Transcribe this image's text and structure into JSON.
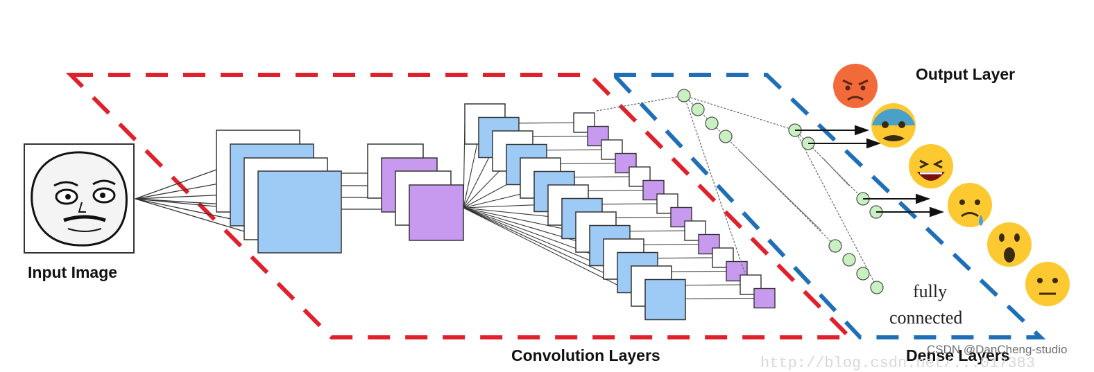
{
  "labels": {
    "input_image": "Input Image",
    "convolution_layers": "Convolution Layers",
    "dense_layers": "Dense Layers",
    "output_layer": "Output Layer",
    "fully_connected_line1": "fully",
    "fully_connected_line2": "connected"
  },
  "watermark": {
    "csdn": "CSDN @DanCheng-studio",
    "url": "http://blog.csdn.net/...017383"
  },
  "colors": {
    "conv_border": "#e0202a",
    "dense_border": "#1f6fb8",
    "feature_map_blue": "#9ecbf5",
    "feature_map_purple": "#c79af0",
    "neuron_green": "#c8f0c0"
  },
  "output_emojis": [
    {
      "icon": "angry-face-icon",
      "color": "#f26a3a"
    },
    {
      "icon": "fearful-face-icon",
      "color": "#4aa0c8"
    },
    {
      "icon": "grinning-face-icon",
      "color": "#fcc931"
    },
    {
      "icon": "crying-face-icon",
      "color": "#fcc931"
    },
    {
      "icon": "surprised-face-icon",
      "color": "#fcc931"
    },
    {
      "icon": "neutral-face-icon",
      "color": "#fcc931"
    }
  ]
}
